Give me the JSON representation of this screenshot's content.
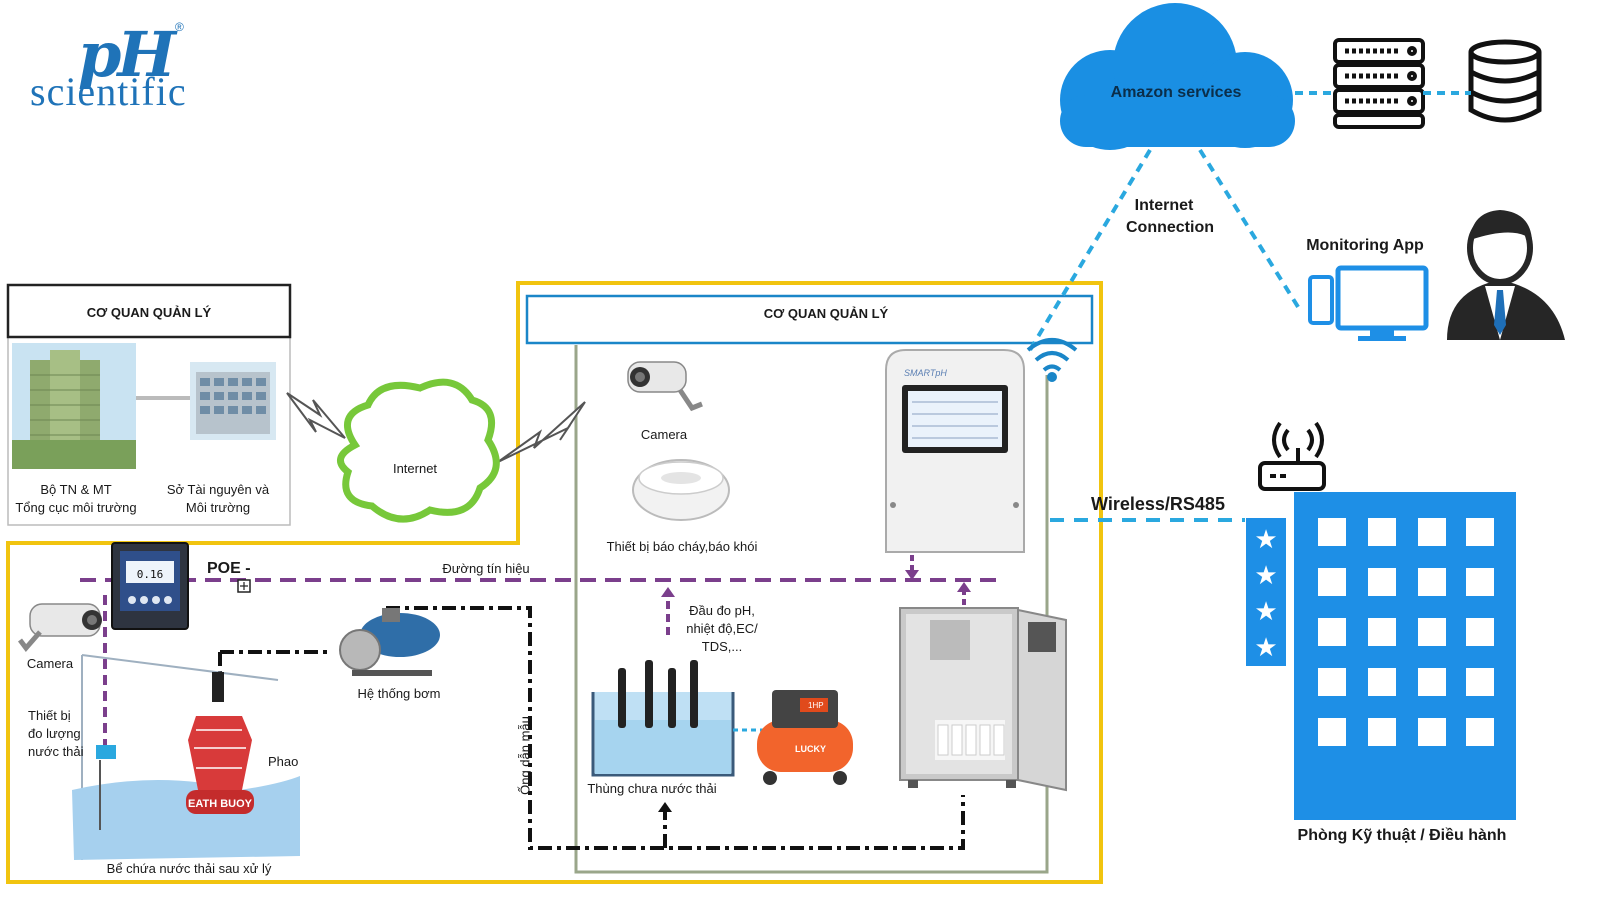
{
  "logo": {
    "mark": "pH",
    "text": "scientific",
    "registered": "®"
  },
  "cloud": {
    "label": "Amazon services"
  },
  "internet_connection": {
    "line1": "Internet",
    "line2": "Connection"
  },
  "monitoring_app": {
    "label": "Monitoring App"
  },
  "wireless": {
    "label": "Wireless/RS485"
  },
  "building": {
    "label": "Phòng Kỹ thuật / Điều hành"
  },
  "left_box": {
    "header": "CƠ QUAN QUẢN LÝ",
    "org1_line1": "Bộ TN & MT",
    "org1_line2": "Tổng cục môi trường",
    "org2_line1": "Sở Tài nguyên và",
    "org2_line2": "Môi trường"
  },
  "internet_cloud": {
    "label": "Internet"
  },
  "station": {
    "header": "CƠ QUAN QUẢN LÝ",
    "camera": "Camera",
    "smoke_detector": "Thiết bị báo cháy,báo khói",
    "screen_brand": "SMARTpH"
  },
  "signal_line": {
    "poe": "POE -",
    "label": "Đường tín hiệu"
  },
  "field": {
    "camera": "Camera",
    "flow_meter_l1": "Thiết bị",
    "flow_meter_l2": "đo lượng",
    "flow_meter_l3": "nước thải",
    "pump": "Hệ thống bơm",
    "float": "Phao",
    "float_text": "EATH BUOY",
    "tank": "Bể chứa nước thải sau xử lý",
    "sampling_pipe": "Ống dẫn mẫu",
    "meter_display": "0.16"
  },
  "probe": {
    "line1": "Đầu đo pH,",
    "line2": "nhiệt độ,EC/",
    "line3": "TDS,..."
  },
  "waste_tank": {
    "label": "Thùng chưa nước thải"
  },
  "compressor": {
    "text": "LUCKY",
    "hp": "1HP"
  },
  "colors": {
    "cloud_blue": "#1a8fe3",
    "dash_blue": "#2aa8df",
    "yellow": "#f1c40f",
    "purple": "#7b3f8c",
    "building_blue": "#1e8fe6",
    "cloud_green": "#77c83a",
    "gray_green": "#9aa68a"
  }
}
